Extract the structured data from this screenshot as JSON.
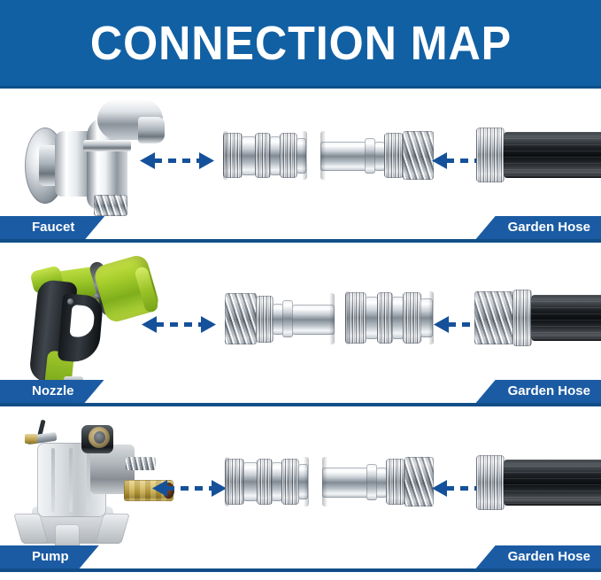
{
  "header": {
    "title": "CONNECTION MAP",
    "bg_color": "#1160a4",
    "text_color": "#ffffff"
  },
  "theme": {
    "brand_blue": "#1160a4",
    "label_blue": "#1a5ba4",
    "rule_blue": "#114d86",
    "arrow_blue": "#14519a",
    "background": "#ffffff"
  },
  "rows": [
    {
      "id": "row-faucet",
      "left_label": "Faucet",
      "right_label": "Garden Hose",
      "left_item": "faucet",
      "right_item": "garden-hose",
      "connectors": [
        "female-quick-connect-coupler",
        "male-quick-connect-plug-with-threads"
      ],
      "arrows": [
        "double-headed-dashed-arrow",
        "double-headed-dashed-arrow"
      ]
    },
    {
      "id": "row-nozzle",
      "left_label": "Nozzle",
      "right_label": "Garden Hose",
      "left_item": "spray-nozzle",
      "right_item": "garden-hose",
      "connectors": [
        "male-quick-connect-plug-with-threads",
        "female-quick-connect-coupler"
      ],
      "arrows": [
        "double-headed-dashed-arrow",
        "double-headed-dashed-arrow"
      ]
    },
    {
      "id": "row-pump",
      "left_label": "Pump",
      "right_label": "Garden Hose",
      "left_item": "pressure-washer-pump",
      "right_item": "garden-hose",
      "connectors": [
        "female-quick-connect-coupler",
        "male-quick-connect-plug-with-threads"
      ],
      "arrows": [
        "double-headed-dashed-arrow",
        "double-headed-dashed-arrow"
      ]
    }
  ]
}
